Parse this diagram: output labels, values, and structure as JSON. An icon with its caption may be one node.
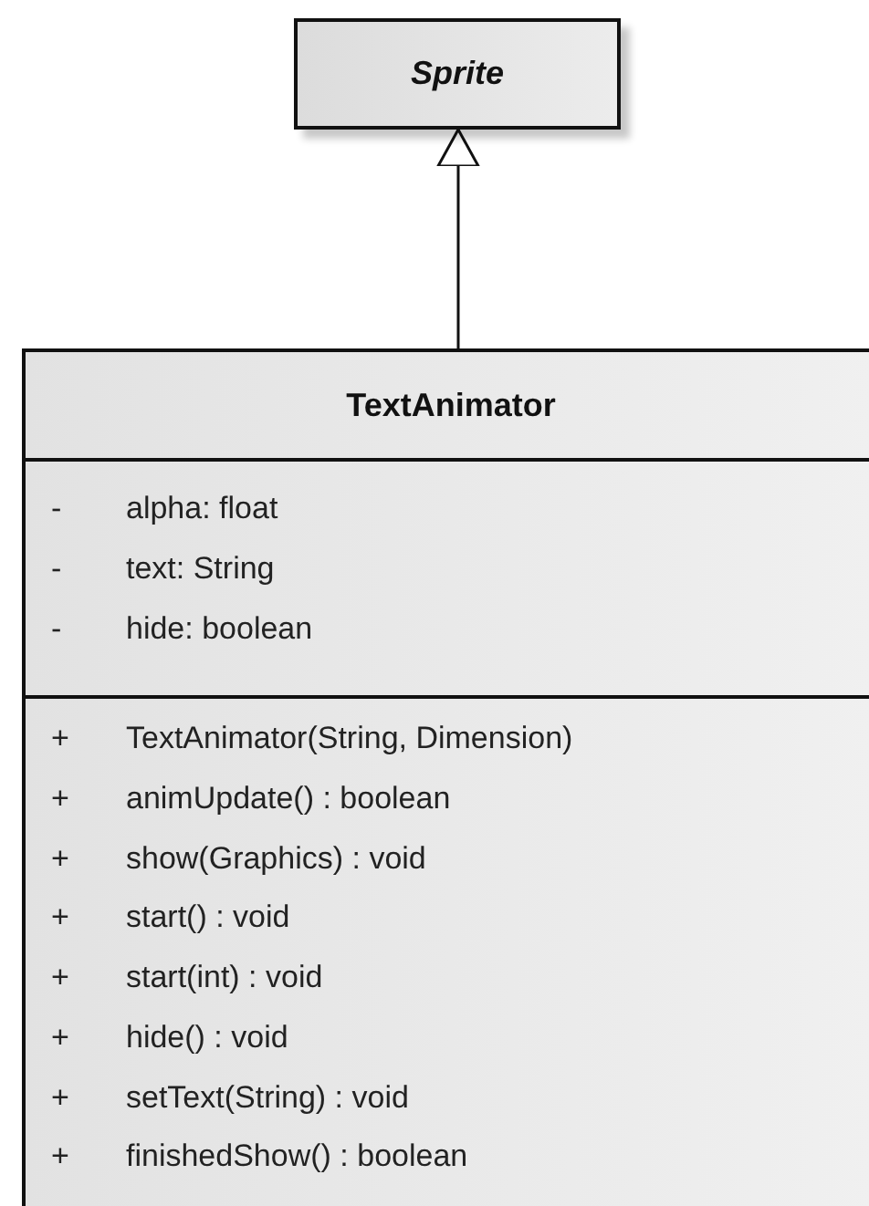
{
  "diagram": {
    "nodes": [
      {
        "text": [
          "Sprite"
        ]
      },
      {
        "text": [
          "TextAnimator",
          "-",
          "alpha:  float",
          "-",
          "text:  String",
          "-",
          "hide:  boolean",
          "+",
          "TextAnimator(String, Dimension)",
          "+",
          "animUpdate() : boolean",
          "+",
          "show(Graphics) : void",
          "+",
          "start() : void",
          "+",
          "start(int) : void",
          "+",
          "hide() : void",
          "+",
          "setText(String) : void",
          "+",
          "finishedShow() : boolean"
        ]
      }
    ],
    "edges": [
      {
        "from": 1,
        "to": 0,
        "arrow": "to"
      }
    ]
  }
}
